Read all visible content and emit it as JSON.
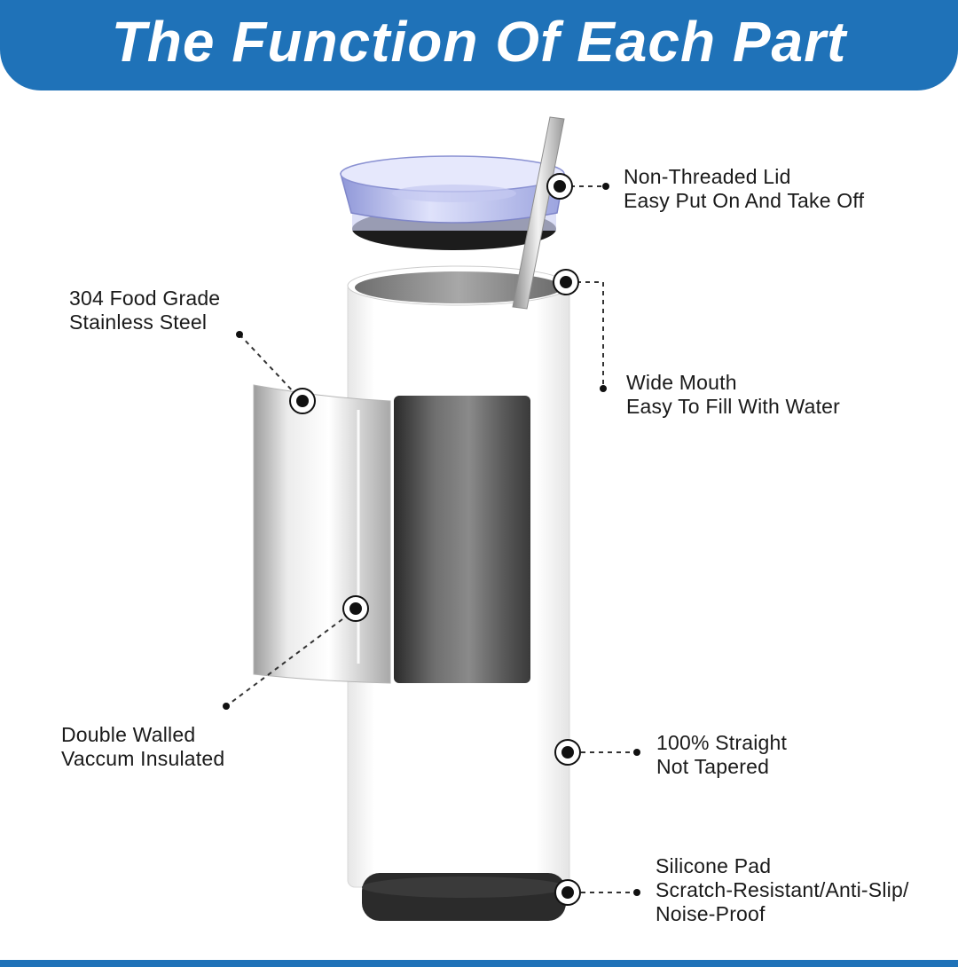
{
  "header": {
    "title": "The Function Of Each Part"
  },
  "callouts": {
    "lid": {
      "line1": "Non-Threaded Lid",
      "line2": "Easy Put On And Take Off"
    },
    "steel": {
      "line1": "304 Food Grade",
      "line2": "Stainless Steel"
    },
    "mouth": {
      "line1": "Wide Mouth",
      "line2": "Easy To Fill With Water"
    },
    "insulated": {
      "line1": "Double Walled",
      "line2": "Vaccum Insulated"
    },
    "straight": {
      "line1": "100% Straight",
      "line2": "Not Tapered"
    },
    "pad": {
      "line1": "Silicone Pad",
      "line2": "Scratch-Resistant/Anti-Slip/",
      "line3": "Noise-Proof"
    }
  },
  "colors": {
    "banner": "#1f72b8",
    "text": "#1a1a1a",
    "lid_tint": "#b9bff0",
    "pad": "#2b2b2b"
  }
}
